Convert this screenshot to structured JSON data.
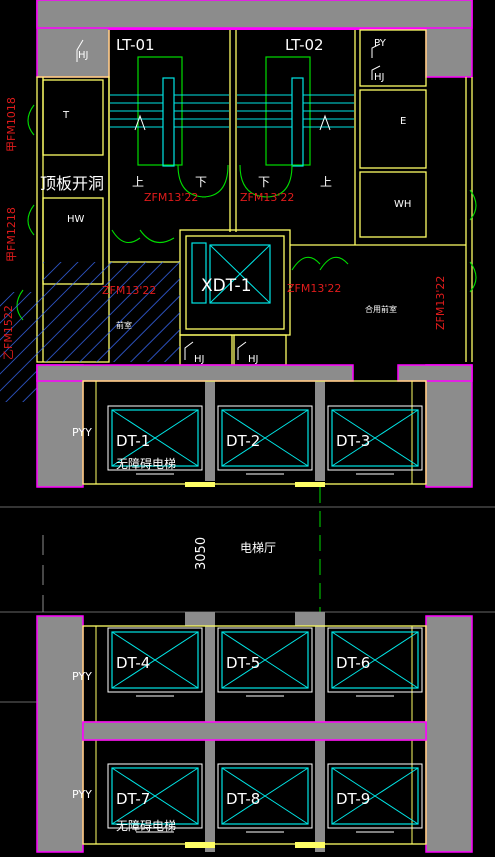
{
  "colors": {
    "background": "#000000",
    "wall_gray": "#8c8c8c",
    "wall_outline": "#ff00ff",
    "yellow": "#ffff66",
    "cyan": "#00e5e5",
    "green": "#00dd00",
    "red": "#e01b1b",
    "white": "#ffffff",
    "blue_hatch": "#3a6dff"
  },
  "stairs": {
    "left_label": "LT-01",
    "right_label": "LT-02",
    "up_left": "上",
    "down_left": "下",
    "down_right": "下",
    "up_right": "上"
  },
  "rooms": {
    "t": "T",
    "hw": "HW",
    "hj_top": "HJ",
    "py": "PY",
    "hj_right": "HJ",
    "e": "E",
    "wh": "WH",
    "xdt": "XDT-1",
    "hj_small_left": "HJ",
    "hj_small_right": "HJ",
    "shared_front": "合用前室",
    "front_room": "前室"
  },
  "annotations": {
    "slab_opening": "顶板开洞",
    "fm_left_1": "甲FM1018",
    "fm_left_2": "甲FM1218",
    "fm_left_3": "乙FM1522",
    "zfm_1": "ZFM13'22",
    "zfm_2": "ZFM13'22",
    "zfm_3": "ZFM13'22",
    "zfm_4": "ZFM13'22",
    "zfm_5": "ZFM13'22"
  },
  "elevator_hall": {
    "label": "电梯厅",
    "dimension": "3050"
  },
  "elevator_banks": [
    {
      "pyy": "PYY",
      "cars": [
        "DT-1",
        "DT-2",
        "DT-3"
      ],
      "note": "无障碍电梯"
    },
    {
      "pyy": "PYY",
      "cars": [
        "DT-4",
        "DT-5",
        "DT-6"
      ],
      "note": ""
    },
    {
      "pyy": "PYY",
      "cars": [
        "DT-7",
        "DT-8",
        "DT-9"
      ],
      "note": "无障碍电梯"
    }
  ]
}
